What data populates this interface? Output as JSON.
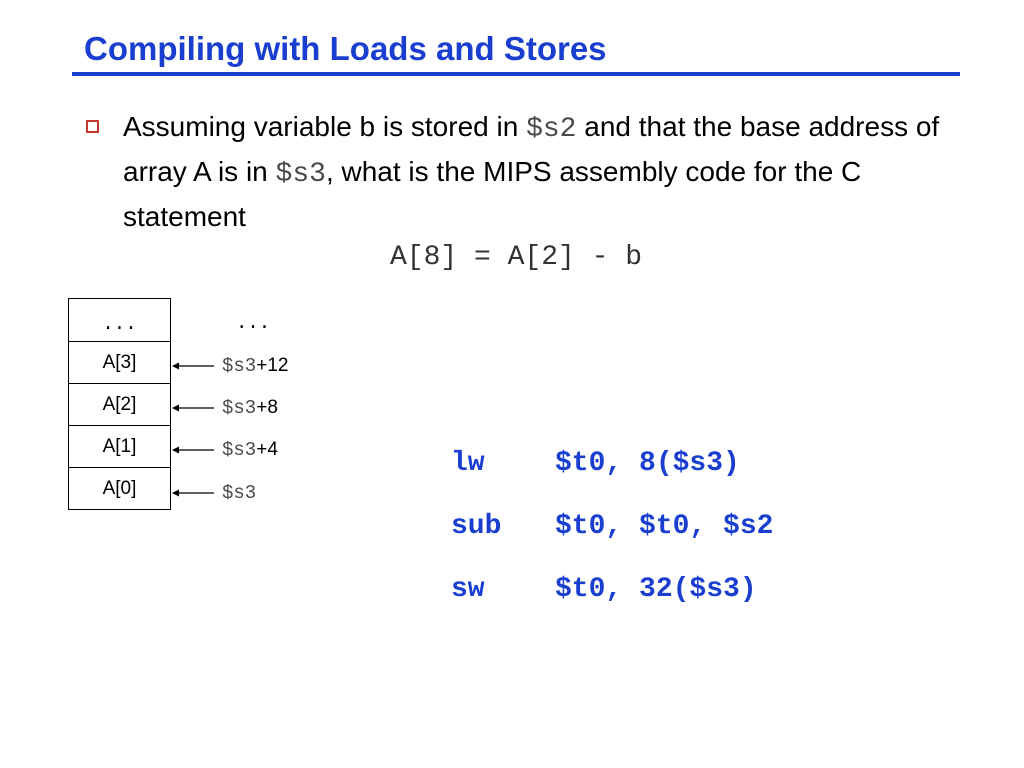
{
  "slide": {
    "title": "Compiling with Loads and Stores",
    "colors": {
      "title": "#1a3fd0",
      "bullet": "#c0392b",
      "code": "#1a3fd0"
    },
    "bullet": {
      "icon": "hollow-square-icon",
      "text_1": "Assuming variable b is stored in ",
      "reg_1": "$s2",
      "text_2": " and that the base address of array A is in ",
      "reg_2": "$s3",
      "text_3": ", what is the MIPS assembly code for the C statement"
    },
    "statement": "A[8] = A[2] - b"
  },
  "memory": {
    "cells": [
      "...",
      "A[3]",
      "A[2]",
      "A[1]",
      "A[0]"
    ],
    "ellipsis": "...",
    "addresses": [
      {
        "reg": "$s3",
        "offset": "+12"
      },
      {
        "reg": "$s3",
        "offset": "+8"
      },
      {
        "reg": "$s3",
        "offset": "+4"
      },
      {
        "reg": "$s3",
        "offset": ""
      }
    ]
  },
  "code": [
    {
      "op": "lw",
      "args": "$t0, 8($s3)"
    },
    {
      "op": "sub",
      "args": "$t0, $t0, $s2"
    },
    {
      "op": "sw",
      "args": "$t0, 32($s3)"
    }
  ]
}
